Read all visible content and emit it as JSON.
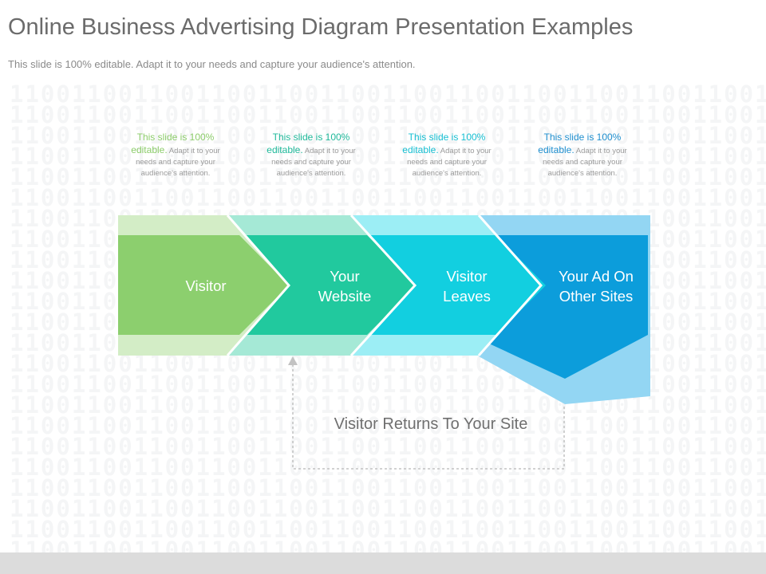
{
  "title": "Online Business Advertising Diagram Presentation Examples",
  "subtitle": "This slide is 100% editable. Adapt it to your needs and capture your audience's attention.",
  "background_pattern": "1100110011001100110011001100110011001100110011001100110011",
  "notes": [
    {
      "highlight": "This slide is 100% editable.",
      "body": "Adapt it to your needs and capture your audience's attention.",
      "color": "#8ccc6a"
    },
    {
      "highlight": "This slide is 100% editable.",
      "body": "Adapt it to your needs and capture your audience's attention.",
      "color": "#1fb99a"
    },
    {
      "highlight": "This slide is 100% editable.",
      "body": "Adapt it to your needs and capture your audience's attention.",
      "color": "#16bfd2"
    },
    {
      "highlight": "This slide is 100% editable.",
      "body": "Adapt it to your needs and capture your audience's attention.",
      "color": "#1f8fcf"
    }
  ],
  "steps": [
    {
      "label": "Visitor",
      "color": "#8ccf6e",
      "light": "#d3edc6"
    },
    {
      "label": "Your Website",
      "color": "#21c99e",
      "light": "#a5e9d6"
    },
    {
      "label": "Visitor Leaves",
      "color": "#12cfe0",
      "light": "#9ceef5"
    },
    {
      "label": "Your Ad On Other Sites",
      "color": "#0c9ddb",
      "light": "#93d6f3"
    }
  ],
  "return_step": {
    "label": "Visitor Returns To Your Site"
  }
}
